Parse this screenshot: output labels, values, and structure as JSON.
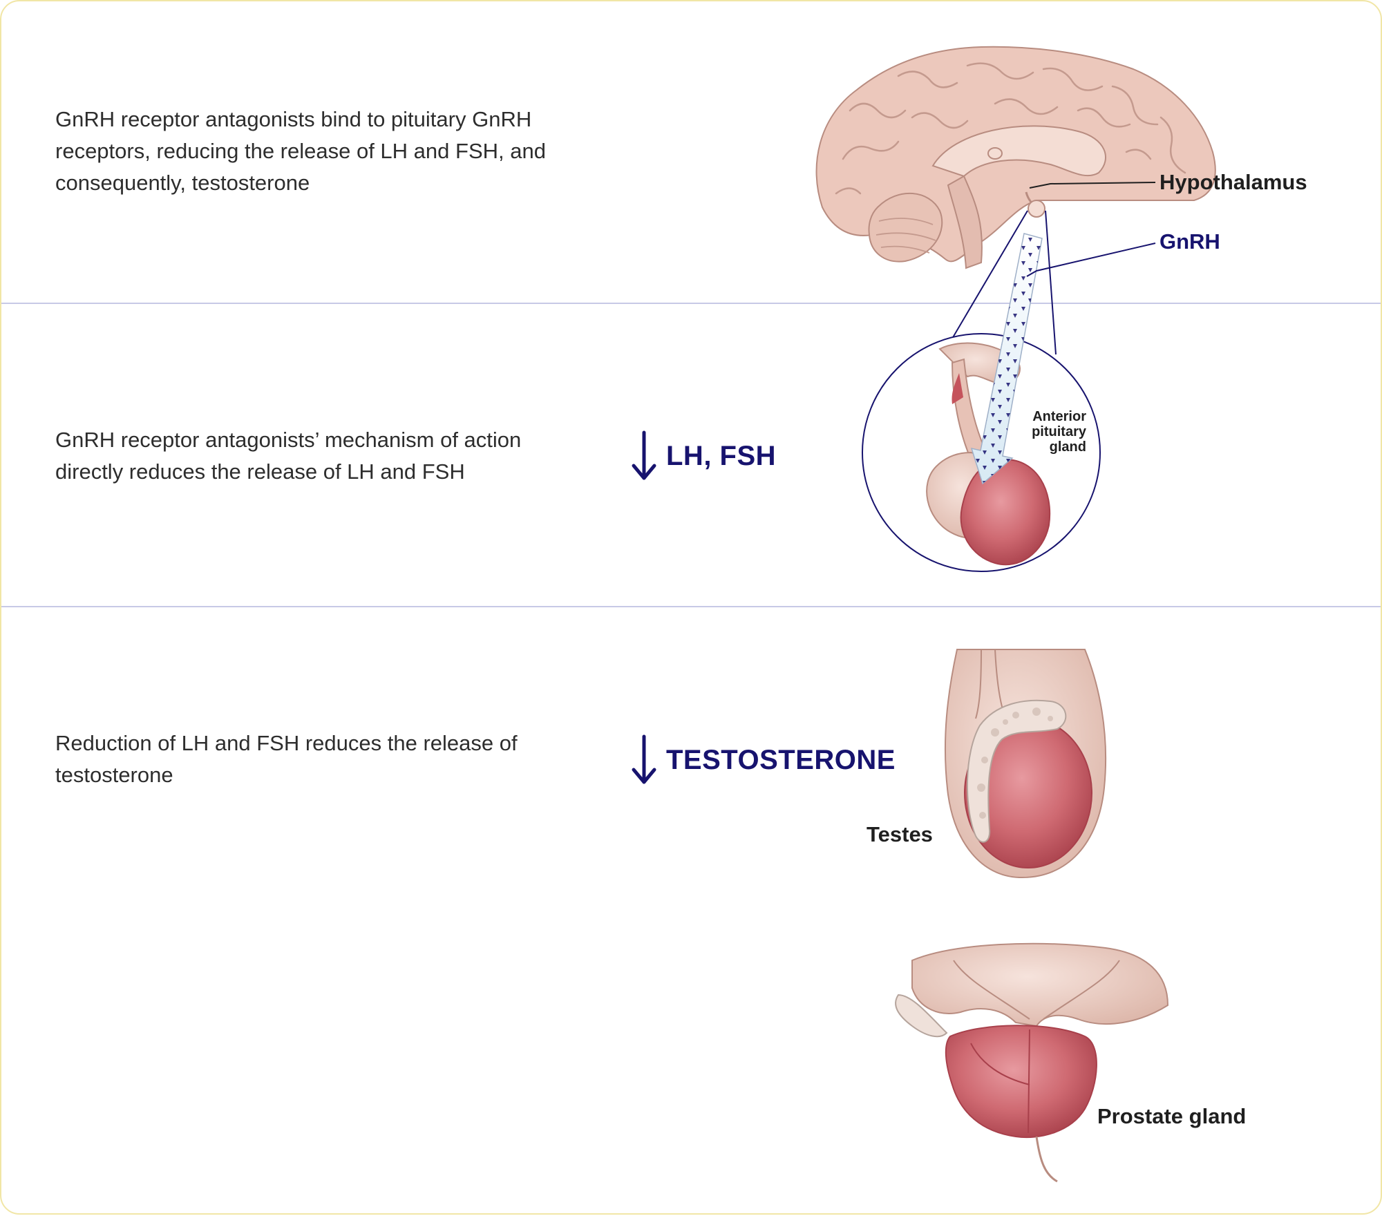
{
  "rows": [
    {
      "description": "GnRH receptor antagonists bind to pituitary GnRH receptors, reducing the release of LH and FSH, and consequently, testosterone"
    },
    {
      "description": "GnRH receptor antagonists’ mechanism of action directly reduces the release of LH and FSH",
      "effect": "LH, FSH"
    },
    {
      "description": "Reduction of LH and FSH reduces the release of testosterone",
      "effect": "TESTOSTERONE"
    }
  ],
  "labels": {
    "hypothalamus": "Hypothalamus",
    "gnrh": "GnRH",
    "anterior_pituitary": [
      "Anterior",
      "pituitary",
      "gland"
    ],
    "testes": "Testes",
    "prostate": "Prostate gland"
  },
  "icons": {
    "decrease": "down-arrow-icon"
  },
  "colors": {
    "accent_navy": "#17136e",
    "tissue_beige": "#e9c9bd",
    "gland_red": "#c5535c",
    "divider": "#c7c9e6",
    "frame": "#f1e6a6"
  }
}
